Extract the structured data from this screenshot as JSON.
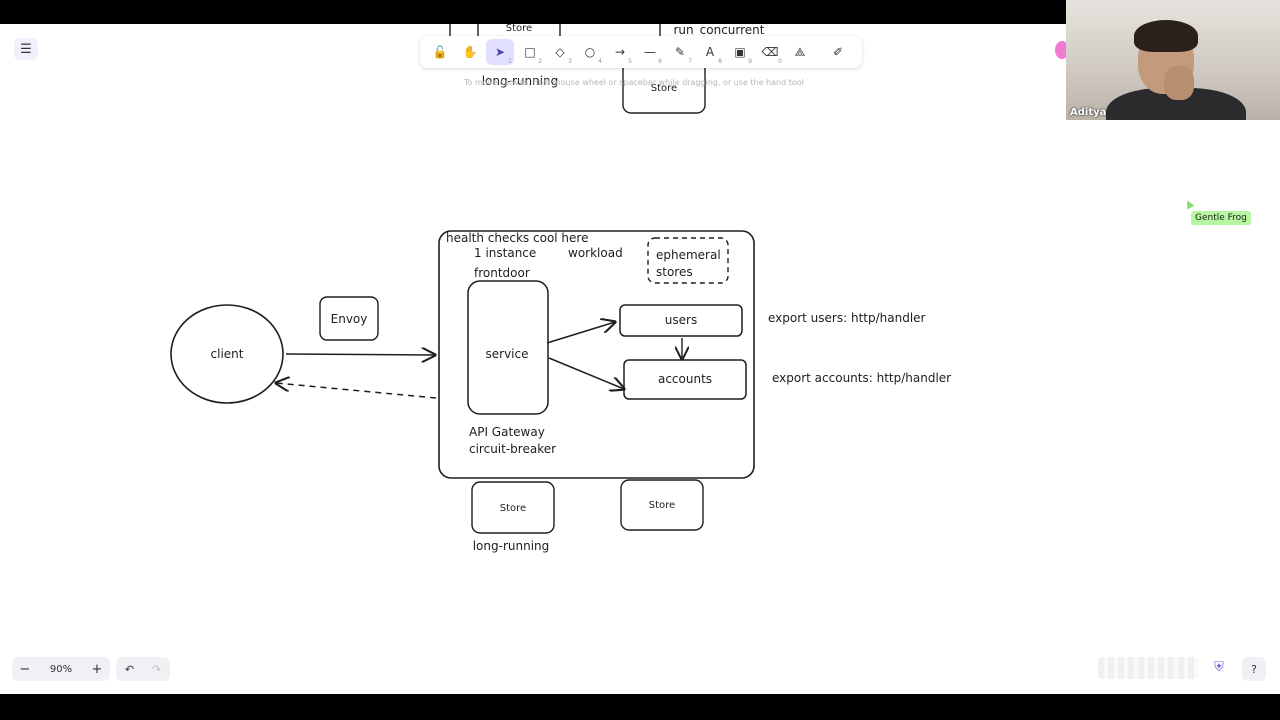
{
  "toolbar": {
    "tools": [
      {
        "name": "lock",
        "icon": "lock-icon",
        "glyph": "🔓",
        "key": ""
      },
      {
        "name": "hand",
        "icon": "hand-icon",
        "glyph": "✋",
        "key": ""
      },
      {
        "name": "selection",
        "icon": "pointer-icon",
        "glyph": "➤",
        "key": "1"
      },
      {
        "name": "rectangle",
        "icon": "rectangle-icon",
        "glyph": "□",
        "key": "2"
      },
      {
        "name": "diamond",
        "icon": "diamond-icon",
        "glyph": "◇",
        "key": "3"
      },
      {
        "name": "ellipse",
        "icon": "ellipse-icon",
        "glyph": "○",
        "key": "4"
      },
      {
        "name": "arrow",
        "icon": "arrow-icon",
        "glyph": "→",
        "key": "5"
      },
      {
        "name": "line",
        "icon": "line-icon",
        "glyph": "—",
        "key": "6"
      },
      {
        "name": "draw",
        "icon": "pencil-icon",
        "glyph": "✎",
        "key": "7"
      },
      {
        "name": "text",
        "icon": "text-icon",
        "glyph": "A",
        "key": "8"
      },
      {
        "name": "image",
        "icon": "image-icon",
        "glyph": "▣",
        "key": "9"
      },
      {
        "name": "eraser",
        "icon": "eraser-icon",
        "glyph": "⌫",
        "key": "0"
      },
      {
        "name": "more",
        "icon": "shapes-icon",
        "glyph": "⟁",
        "key": ""
      }
    ],
    "extra_glyph": "✐",
    "active_tool": "selection",
    "accent": "#e0dfff"
  },
  "hint": "To move canvas, hold mouse wheel or spacebar while dragging, or use the hand tool",
  "video": {
    "name": "Aditya"
  },
  "collaborator": {
    "name": "Gentle Frog",
    "color": "#b6f5a2"
  },
  "zoom": {
    "minus": "−",
    "value": "90%",
    "plus": "+"
  },
  "history": {
    "undo": "↶",
    "redo": "↷"
  },
  "help": "?",
  "shield": "⛨",
  "diagram": {
    "top_labels": {
      "store_left": "Store",
      "run_concurrent": "run_concurrent",
      "long_running_top": "long-running",
      "store_top": "Store"
    },
    "client": "client",
    "envoy": "Envoy",
    "container_title": "health checks cool here",
    "instance": "1 instance",
    "workload": "workload",
    "frontdoor": "frontdoor",
    "ephemeral_1": "ephemeral",
    "ephemeral_2": "stores",
    "service": "service",
    "users": "users",
    "accounts": "accounts",
    "gateway_1": "API Gateway",
    "gateway_2": "circuit-breaker",
    "export_users": "export users: http/handler",
    "export_accounts": "export accounts: http/handler",
    "store_bottom_left": "Store",
    "store_bottom_right": "Store",
    "long_running_bottom": "long-running"
  }
}
